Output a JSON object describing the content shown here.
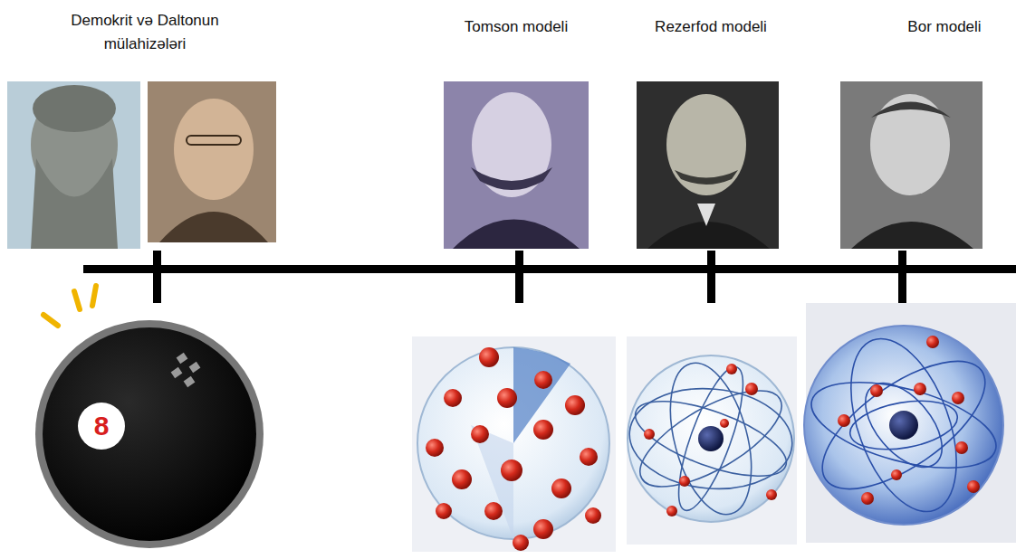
{
  "diagram": {
    "labels": [
      "Demokrit və Daltonun mülahizələri",
      "Tomson modeli",
      "Rezerfod modeli",
      "Bor modeli",
      "8"
    ]
  }
}
